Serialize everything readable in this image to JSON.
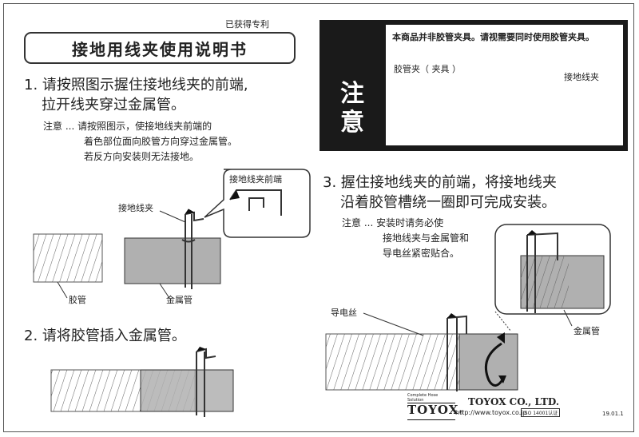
{
  "patent": "已获得专利",
  "title": "接地用线夹使用说明书",
  "step1": {
    "line1": "1. 请按照图示握住接地线夹的前端,",
    "line2": "拉开线夹穿过金属管。",
    "note_lead": "注意 ... 请按照图示，使接地线夹前端的",
    "note_line2": "着色部位面向胶管方向穿过金属管。",
    "note_line3": "若反方向安装则无法接地。",
    "callout": "接地线夹前端",
    "label_clip": "接地线夹",
    "label_hose": "胶管",
    "label_pipe": "金属管"
  },
  "step2": {
    "line1": "2. 请将胶管插入金属管。"
  },
  "warning": {
    "text": "本商品并非胶管夹具。请视需要同时使用胶管夹具。",
    "char1": "注",
    "char2": "意",
    "label_hose_clamp": "胶管夹（ 夹具 ）",
    "label_clip": "接地线夹"
  },
  "step3": {
    "line1": "3. 握住接地线夹的前端，将接地线夹",
    "line2": "沿着胶管槽绕一圈即可完成安装。",
    "note_lead": "注意 ... 安装时请务必使",
    "note_line2": "接地线夹与金属管和",
    "note_line3": "导电丝紧密贴合。",
    "label_wire": "导电丝",
    "label_pipe": "金属管"
  },
  "footer": {
    "tagline": "Complete Hose Solution",
    "logo": "TOYOX",
    "reg": "®",
    "company": "TOYOX CO., LTD.",
    "url": "http://www.toyox.co.jp",
    "iso": "ISO 14001认证",
    "code": "19.01.1"
  },
  "colors": {
    "dark": "#1a1a1a",
    "pipe_gray": "#b0b0b0",
    "outline": "#333333"
  },
  "icons": [
    "warning-triangle-icon",
    "rotate-arrow-icon"
  ]
}
